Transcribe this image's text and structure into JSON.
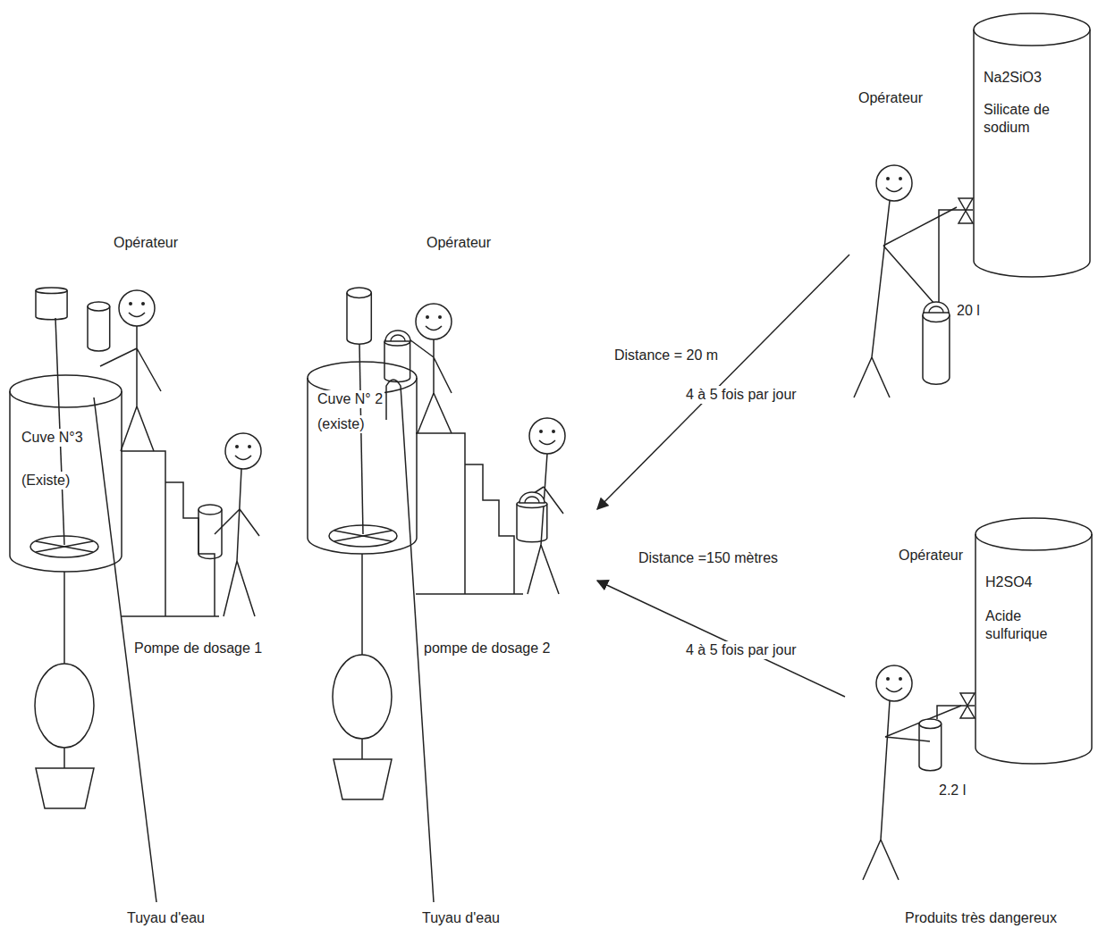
{
  "diagram": {
    "nodes": [
      {
        "text": [
          "Cuve N°3",
          "(Existe)"
        ]
      },
      {
        "text": [
          "Cuve N° 2",
          "(existe)"
        ]
      },
      {
        "text": [
          "Na2SiO3",
          "Silicate de sodium"
        ]
      },
      {
        "text": [
          "H2SO4",
          "Acide sulfurique"
        ]
      }
    ],
    "labels": [
      "Opérateur",
      "Opérateur",
      "Opérateur",
      "20 l",
      "Distance = 20 m",
      "4 à 5 fois par jour",
      "Opérateur",
      "Distance =150 mètres",
      "Pompe de dosage 1",
      "pompe de dosage 2",
      "4 à 5 fois par jour",
      "2.2 l",
      "Tuyau d'eau",
      "Tuyau d'eau",
      "Produits très dangereux"
    ]
  }
}
